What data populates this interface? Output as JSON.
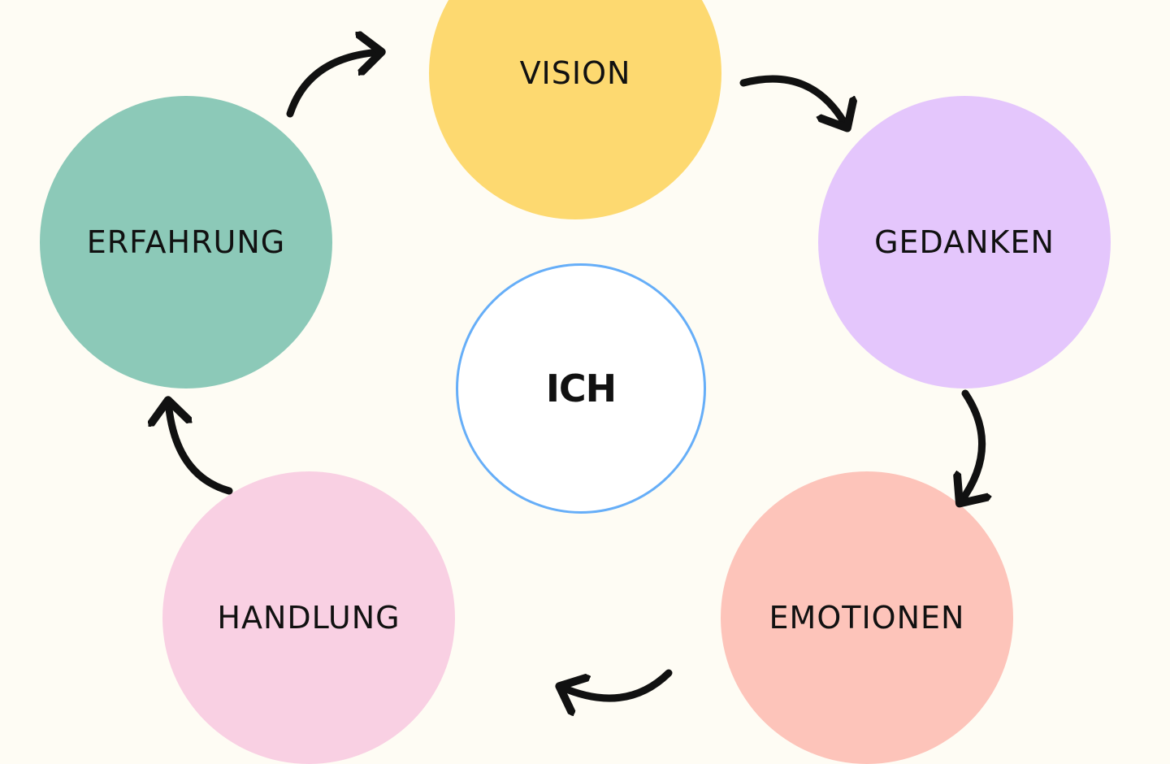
{
  "center": {
    "label": "ICH",
    "stroke": "#66AEF8",
    "fill": "#FFFFFF"
  },
  "nodes": [
    {
      "label": "VISION",
      "color": "#FDD970"
    },
    {
      "label": "GEDANKEN",
      "color": "#E4C6FC"
    },
    {
      "label": "EMOTIONEN",
      "color": "#FDC4BA"
    },
    {
      "label": "HANDLUNG",
      "color": "#F9D0E3"
    },
    {
      "label": "ERFAHRUNG",
      "color": "#8CC9B8"
    }
  ],
  "background": "#FEFCF4"
}
